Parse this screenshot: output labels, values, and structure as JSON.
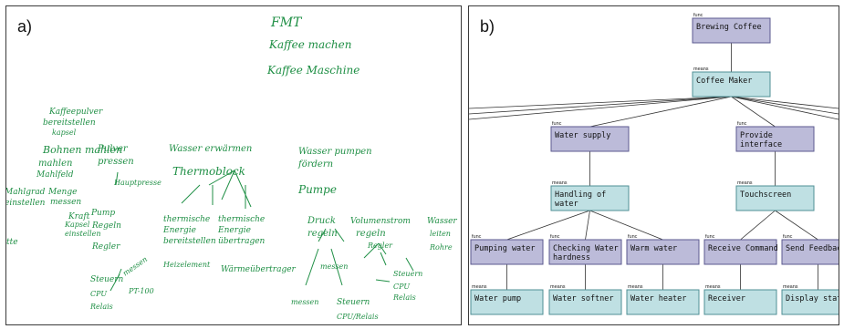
{
  "panel_a": {
    "label": "a)",
    "notes": [
      "FMT",
      "Kaffee machen",
      "Kaffee Maschine",
      "Kaffeepulver",
      "bereitstellen",
      "kapsel",
      "Bohnen mahlen",
      "mahlen",
      "Mahlfeld",
      "Mahlgrad",
      "einstellen",
      "Menge",
      "messen",
      "Pulver",
      "pressen",
      "Hauptpresse",
      "Kraft",
      "Pump",
      "Kapsel",
      "Regeln",
      "einstellen",
      "Regler",
      "Steuern",
      "CPU",
      "Relais",
      "messen",
      "PT-100",
      "Wasser erwärmen",
      "Thermoblock",
      "thermische",
      "Energie",
      "bereitstellen",
      "Heizelement",
      "thermische",
      "Energie",
      "übertragen",
      "Wärmeübertrager",
      "Wasser pumpen",
      "fördern",
      "Pumpe",
      "Druck",
      "regeln",
      "messen",
      "Steuern",
      "CPU/Relais",
      "Volumenstrom",
      "regeln",
      "Regler",
      "messen",
      "Steuern",
      "CPU",
      "Relais",
      "Wasser",
      "leiten",
      "Rohre",
      "tte"
    ]
  },
  "panel_b": {
    "label": "b)",
    "nodes": [
      {
        "tag": "func",
        "label": "Brewing Coffee"
      },
      {
        "tag": "means",
        "label": "Coffee Maker"
      },
      {
        "tag": "func",
        "label": "Water supply"
      },
      {
        "tag": "func",
        "label": "Provide\ninterface"
      },
      {
        "tag": "means",
        "label": "Handling of\nwater"
      },
      {
        "tag": "means",
        "label": "Touchscreen"
      },
      {
        "tag": "func",
        "label": "Pumping water"
      },
      {
        "tag": "func",
        "label": "Checking Water\nhardness"
      },
      {
        "tag": "func",
        "label": "Warm water"
      },
      {
        "tag": "func",
        "label": "Receive Command"
      },
      {
        "tag": "func",
        "label": "Send Feedback"
      },
      {
        "tag": "means",
        "label": "Water pump"
      },
      {
        "tag": "means",
        "label": "Water softner"
      },
      {
        "tag": "means",
        "label": "Water heater"
      },
      {
        "tag": "means",
        "label": "Receiver"
      },
      {
        "tag": "means",
        "label": "Display status"
      }
    ],
    "colors": {
      "func_fill": "#bcbbd9",
      "func_stroke": "#5b5a8f",
      "means_fill": "#bfe0e3",
      "means_stroke": "#4f8f95",
      "edge": "#333333"
    }
  }
}
